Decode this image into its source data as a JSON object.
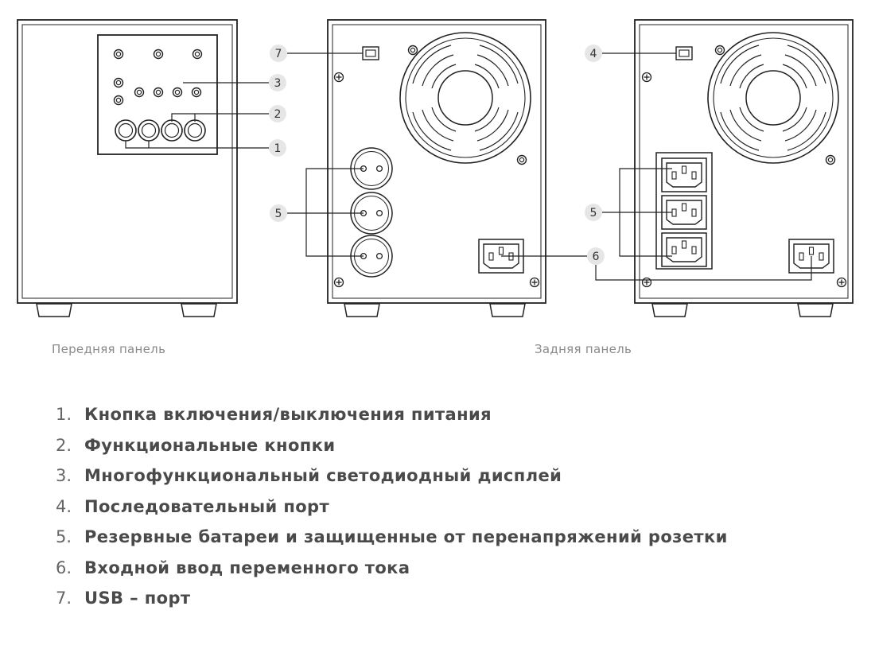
{
  "captions": {
    "front": "Передняя панель",
    "back": "Задняя панель"
  },
  "callouts": {
    "front": [
      "3",
      "2",
      "1"
    ],
    "back_usb": [
      "7",
      "5",
      "6"
    ],
    "back_serial": [
      "4",
      "5",
      "6"
    ]
  },
  "legend": [
    {
      "num": "1.",
      "text": "Кнопка включения/выключения питания"
    },
    {
      "num": "2.",
      "text": "Функциональные кнопки"
    },
    {
      "num": "3.",
      "text": "Многофункциональный светодиодный дисплей"
    },
    {
      "num": "4.",
      "text": "Последовательный порт"
    },
    {
      "num": "5.",
      "text": "Резервные батареи и защищенные от перенапряжений розетки"
    },
    {
      "num": "6.",
      "text": "Входной ввод переменного тока"
    },
    {
      "num": "7.",
      "text": "USB – порт"
    }
  ]
}
